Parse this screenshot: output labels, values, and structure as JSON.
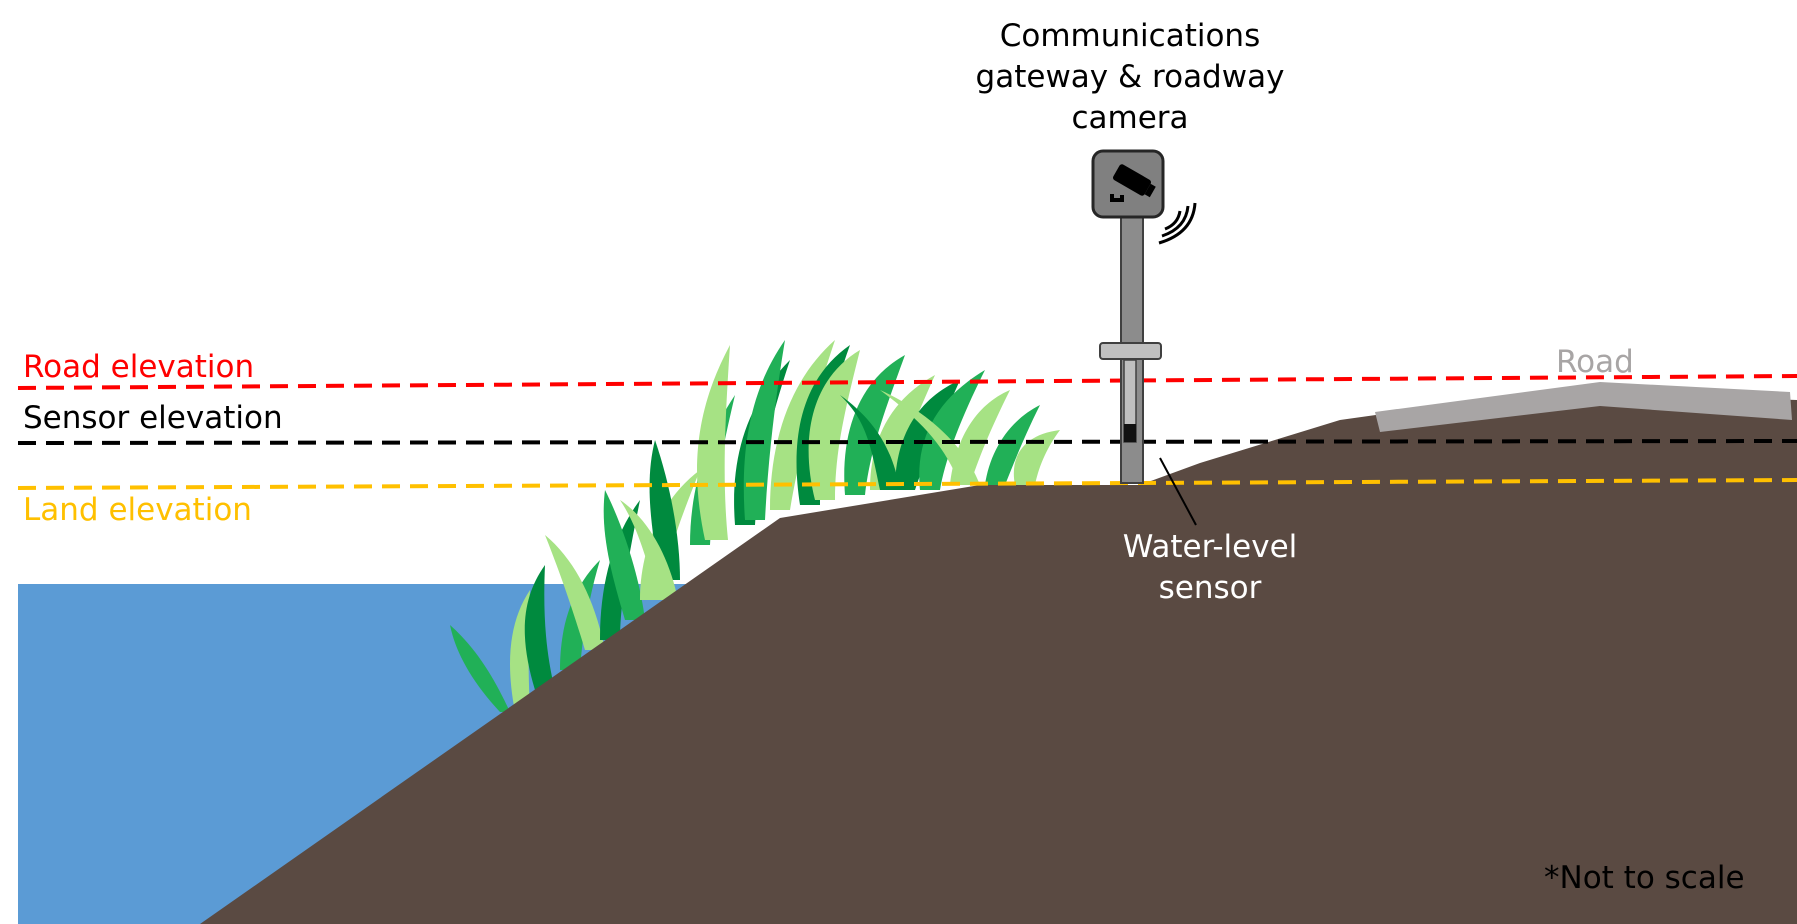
{
  "labels": {
    "road_elevation": "Road elevation",
    "sensor_elevation": "Sensor elevation",
    "land_elevation": "Land elevation",
    "gateway_line1": "Communications",
    "gateway_line2": "gateway & roadway",
    "gateway_line3": "camera",
    "sensor_line1": "Water-level",
    "sensor_line2": "sensor",
    "road": "Road",
    "note": "*Not to scale"
  },
  "icons": [
    "camera-icon",
    "wireless-signal-icon"
  ],
  "colors": {
    "water": "#5b9bd5",
    "land": "#5a4a42",
    "road_surface": "#a8a5a5",
    "road_line": "#ff0000",
    "sensor_line": "#000000",
    "land_line": "#ffc000",
    "pole": "#8c8c8c",
    "grass_dark": "#008a3e",
    "grass_mid": "#21b057",
    "grass_light": "#a6e284"
  }
}
